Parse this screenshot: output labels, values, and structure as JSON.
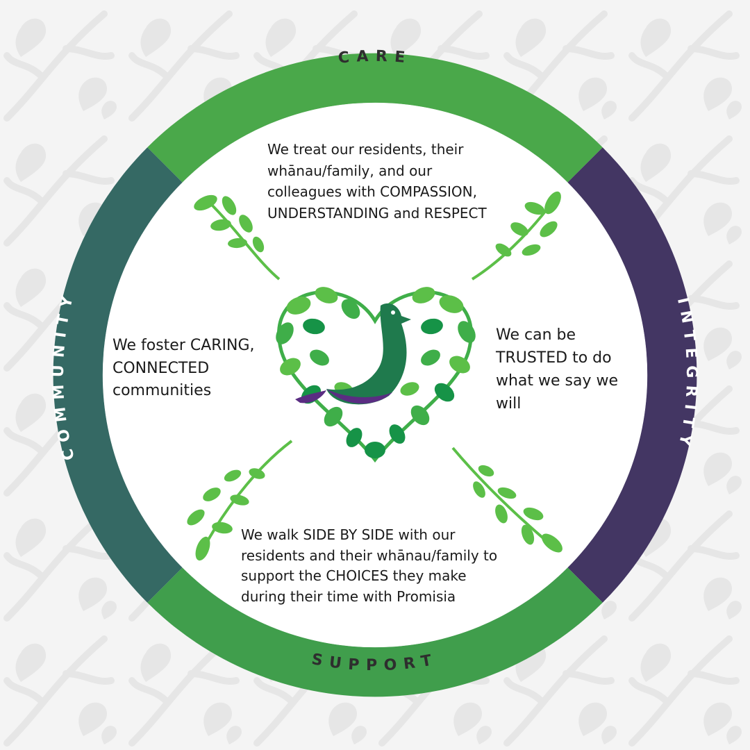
{
  "colors": {
    "background": "#f4f4f4",
    "background_pattern": "#e6e6e6",
    "care_support_green": "#4aa84a",
    "community_teal": "#356964",
    "integrity_purple": "#433663",
    "inner_circle": "#ffffff",
    "care_label": "#2e2e2e",
    "side_label": "#ffffff",
    "leaf_light": "#5cbf48",
    "leaf_dark": "#169347",
    "bird_purple": "#5a2d82",
    "bird_green": "#1f7a4d"
  },
  "ring": {
    "care": {
      "label": "CARE"
    },
    "integrity": {
      "label": "INTEGRITY"
    },
    "support": {
      "label": "SUPPORT"
    },
    "community": {
      "label": "COMMUNITY"
    }
  },
  "statements": {
    "care": [
      "We treat our residents, their",
      "whānau/family, and our",
      "colleagues with COMPASSION,",
      "UNDERSTANDING and RESPECT"
    ],
    "community": [
      "We foster CARING,",
      "CONNECTED",
      "communities"
    ],
    "integrity": [
      "We can be",
      "TRUSTED to do",
      "what we say we",
      "will"
    ],
    "support": [
      "We walk SIDE BY SIDE with our",
      "residents and their whānau/family to",
      "support the CHOICES they make",
      "during their time with Promisia"
    ]
  },
  "icons": {
    "center": "heart-of-leaves-with-bird-icon",
    "branches": "leafy-branch-icon"
  }
}
